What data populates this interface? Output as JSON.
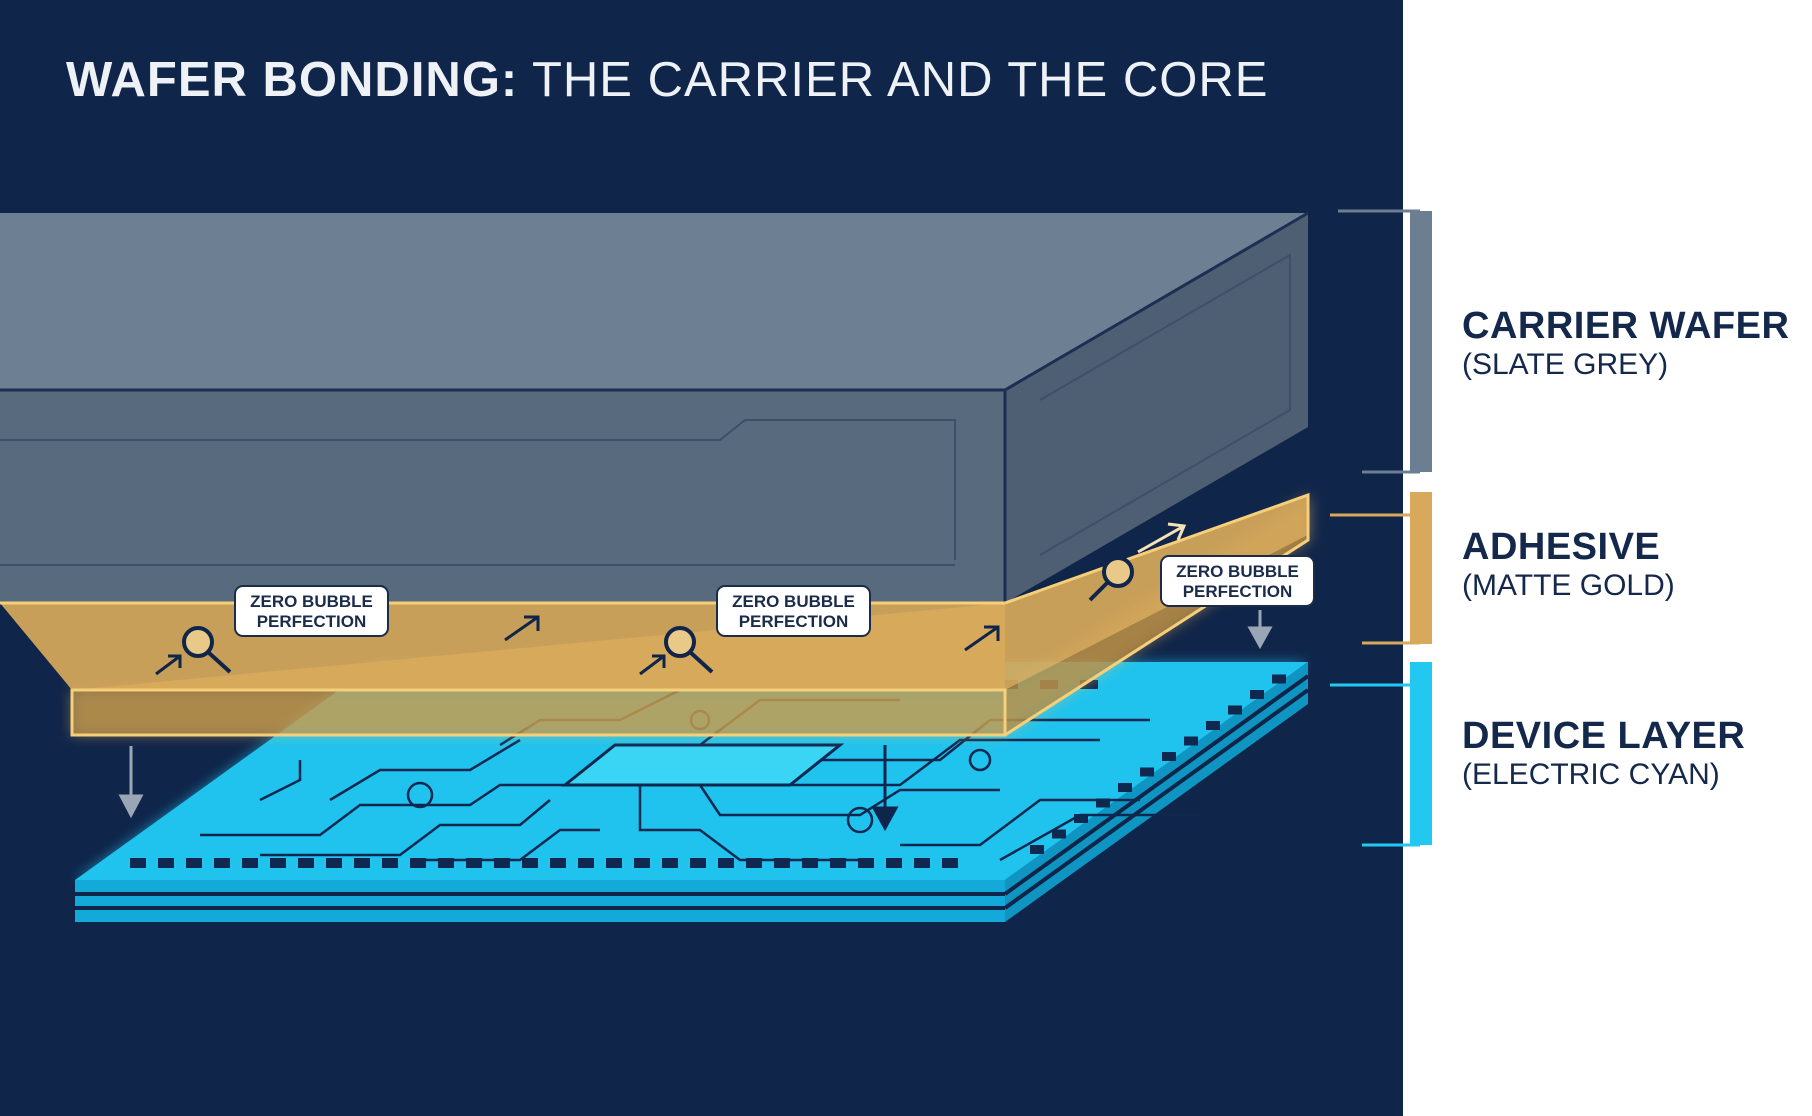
{
  "title": {
    "bold": "WAFER BONDING:",
    "rest": " THE CARRIER AND THE CORE"
  },
  "callout_text": "ZERO BUBBLE PERFECTION",
  "layers": [
    {
      "name": "CARRIER WAFER",
      "sub": "(SLATE GREY)",
      "color": "#6c7e91"
    },
    {
      "name": "ADHESIVE",
      "sub": "(MATTE GOLD)",
      "color": "#d8a95a"
    },
    {
      "name": "DEVICE LAYER",
      "sub": "(ELECTRIC CYAN)",
      "color": "#22c8f0"
    }
  ],
  "colors": {
    "background": "#10254a",
    "panel": "#ffffff",
    "text_dark": "#14284c",
    "trace": "#0f2850"
  },
  "icons": [
    "magnifier-icon",
    "arrow-icon"
  ]
}
